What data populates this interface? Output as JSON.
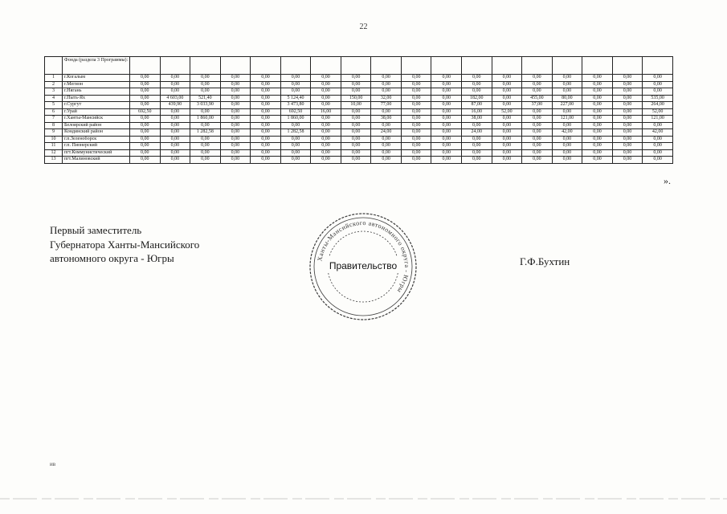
{
  "page": {
    "number": "22"
  },
  "table": {
    "header_label": "Фонда (раздела 3 Программы):",
    "column_count": 20,
    "rows": [
      {
        "idx": "1",
        "name": "г.Когалым",
        "values": [
          "0,00",
          "0,00",
          "0,00",
          "0,00",
          "0,00",
          "0,00",
          "0,00",
          "0,00",
          "0,00",
          "0,00",
          "0,00",
          "0,00",
          "0,00",
          "0,00",
          "0,00",
          "0,00",
          "0,00",
          "0,00"
        ]
      },
      {
        "idx": "2",
        "name": "г.Мегион",
        "values": [
          "0,00",
          "0,00",
          "0,00",
          "0,00",
          "0,00",
          "0,00",
          "0,00",
          "0,00",
          "0,00",
          "0,00",
          "0,00",
          "0,00",
          "0,00",
          "0,00",
          "0,00",
          "0,00",
          "0,00",
          "0,00"
        ]
      },
      {
        "idx": "3",
        "name": "г.Нягань",
        "values": [
          "0,00",
          "0,00",
          "0,00",
          "0,00",
          "0,00",
          "0,00",
          "0,00",
          "0,00",
          "0,00",
          "0,00",
          "0,00",
          "0,00",
          "0,00",
          "0,00",
          "0,00",
          "0,00",
          "0,00",
          "0,00"
        ]
      },
      {
        "idx": "4",
        "name": "г.Пыть-Ях",
        "values": [
          "0,00",
          "4 603,00",
          "521,40",
          "0,00",
          "0,00",
          "5 124,40",
          "0,00",
          "150,00",
          "32,00",
          "0,00",
          "0,00",
          "182,00",
          "0,00",
          "455,00",
          "80,00",
          "0,00",
          "0,00",
          "535,00"
        ]
      },
      {
        "idx": "5",
        "name": "г.Сургут",
        "values": [
          "0,00",
          "439,90",
          "3 033,90",
          "0,00",
          "0,00",
          "3 473,80",
          "0,00",
          "10,00",
          "77,00",
          "0,00",
          "0,00",
          "87,00",
          "0,00",
          "37,00",
          "227,00",
          "0,00",
          "0,00",
          "264,00"
        ]
      },
      {
        "idx": "6",
        "name": "г.Урай",
        "values": [
          "692,50",
          "0,00",
          "0,00",
          "0,00",
          "0,00",
          "692,50",
          "16,00",
          "0,00",
          "0,00",
          "0,00",
          "0,00",
          "16,00",
          "52,00",
          "0,00",
          "0,00",
          "0,00",
          "0,00",
          "52,00"
        ]
      },
      {
        "idx": "7",
        "name": "г.Ханты-Мансийск",
        "values": [
          "0,00",
          "0,00",
          "1 860,00",
          "0,00",
          "0,00",
          "1 860,00",
          "0,00",
          "0,00",
          "38,00",
          "0,00",
          "0,00",
          "38,00",
          "0,00",
          "0,00",
          "121,00",
          "0,00",
          "0,00",
          "121,00"
        ]
      },
      {
        "idx": "8",
        "name": "Белоярский район",
        "values": [
          "0,00",
          "0,00",
          "0,00",
          "0,00",
          "0,00",
          "0,00",
          "0,00",
          "0,00",
          "0,00",
          "0,00",
          "0,00",
          "0,00",
          "0,00",
          "0,00",
          "0,00",
          "0,00",
          "0,00",
          "0,00"
        ]
      },
      {
        "idx": "9",
        "name": "Кондинский район",
        "values": [
          "0,00",
          "0,00",
          "1 282,58",
          "0,00",
          "0,00",
          "1 282,58",
          "0,00",
          "0,00",
          "24,00",
          "0,00",
          "0,00",
          "24,00",
          "0,00",
          "0,00",
          "42,00",
          "0,00",
          "0,00",
          "42,00"
        ]
      },
      {
        "idx": "10",
        "name": "г.п.Зеленоборск",
        "values": [
          "0,00",
          "0,00",
          "0,00",
          "0,00",
          "0,00",
          "0,00",
          "0,00",
          "0,00",
          "0,00",
          "0,00",
          "0,00",
          "0,00",
          "0,00",
          "0,00",
          "0,00",
          "0,00",
          "0,00",
          "0,00"
        ]
      },
      {
        "idx": "11",
        "name": "г.п. Пионерский",
        "values": [
          "0,00",
          "0,00",
          "0,00",
          "0,00",
          "0,00",
          "0,00",
          "0,00",
          "0,00",
          "0,00",
          "0,00",
          "0,00",
          "0,00",
          "0,00",
          "0,00",
          "0,00",
          "0,00",
          "0,00",
          "0,00"
        ]
      },
      {
        "idx": "12",
        "name": "пгт.Коммунистический",
        "values": [
          "0,00",
          "0,00",
          "0,00",
          "0,00",
          "0,00",
          "0,00",
          "0,00",
          "0,00",
          "0,00",
          "0,00",
          "0,00",
          "0,00",
          "0,00",
          "0,00",
          "0,00",
          "0,00",
          "0,00",
          "0,00"
        ]
      },
      {
        "idx": "13",
        "name": "пгт.Малиновский",
        "values": [
          "0,00",
          "0,00",
          "0,00",
          "0,00",
          "0,00",
          "0,00",
          "0,00",
          "0,00",
          "0,00",
          "0,00",
          "0,00",
          "0,00",
          "0,00",
          "0,00",
          "0,00",
          "0,00",
          "0,00",
          "0,00"
        ]
      }
    ]
  },
  "closing_quote": "».",
  "signature": {
    "title": "Первый заместитель\nГубернатора Ханты-Мансийского\nавтономного округа - Югры",
    "name": "Г.Ф.Бухтин"
  },
  "stamp": {
    "center_text": "Правительство",
    "ring_text": "Ханты-Мансийского автономного округа - Югры"
  },
  "footer": {
    "mark": "ив"
  }
}
